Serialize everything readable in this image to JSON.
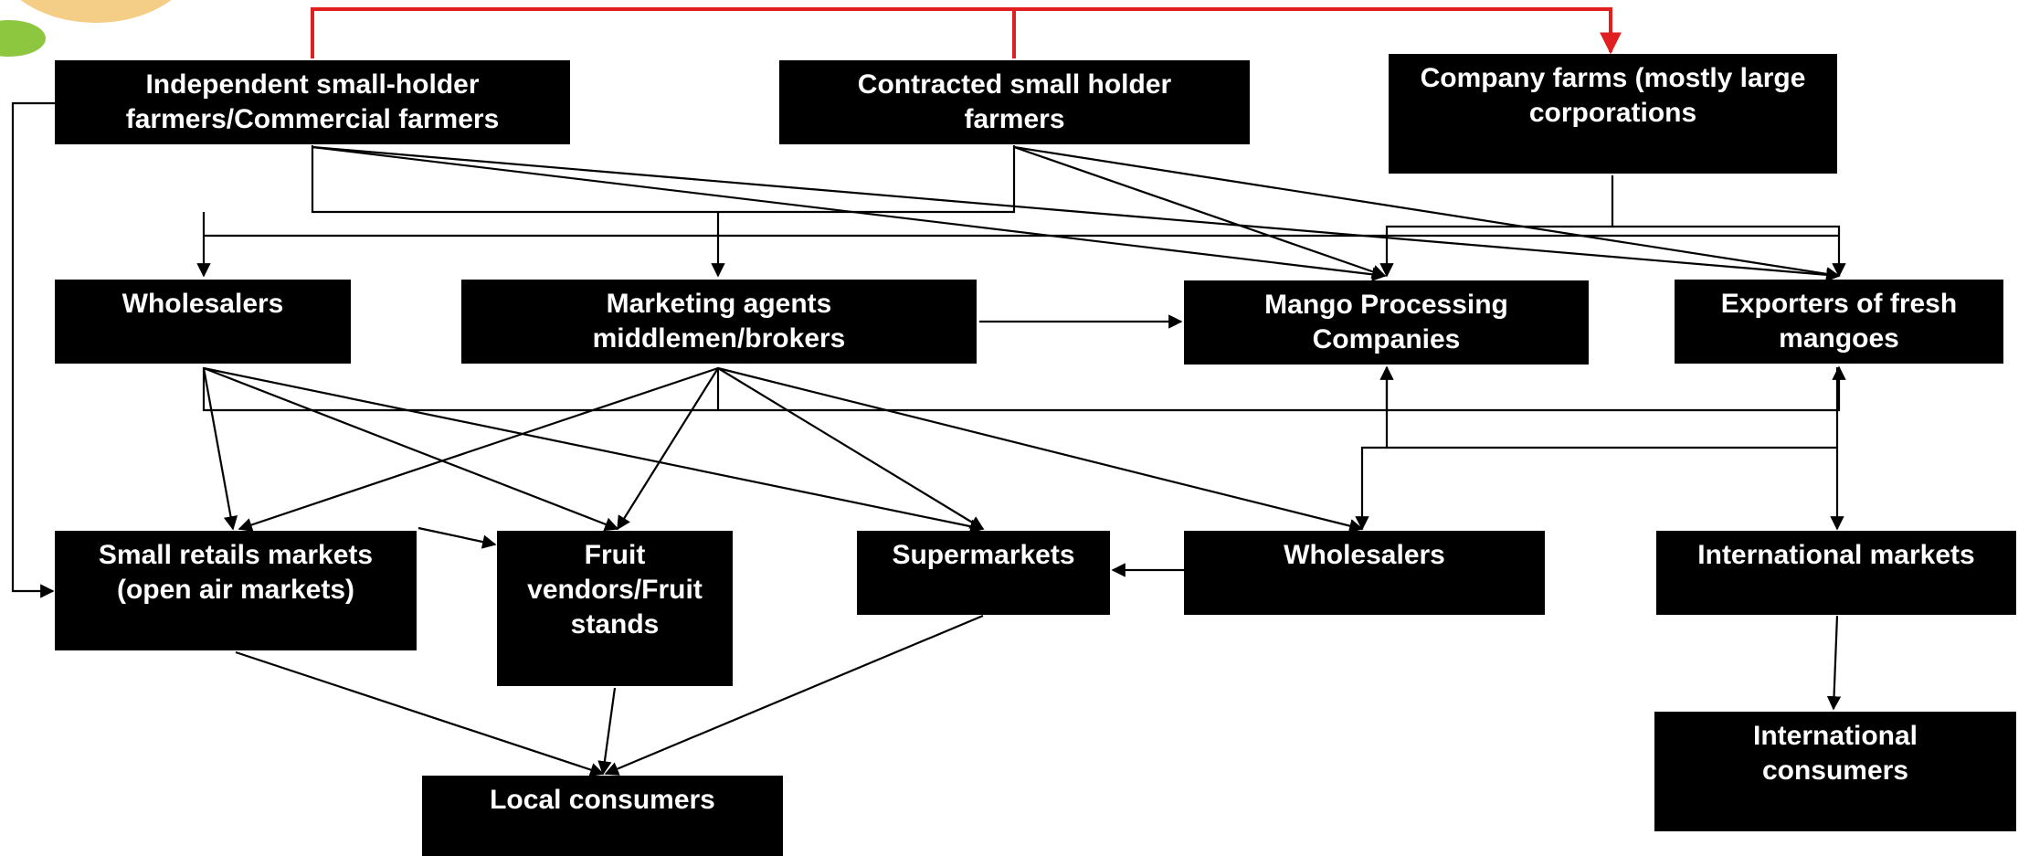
{
  "diagram": {
    "colors": {
      "box_fill": "#000000",
      "box_text": "#ffffff",
      "connector": "#000000",
      "ownership_connector": "#e02020"
    },
    "nodes": {
      "independent_farmers": {
        "line1": "Independent small-holder",
        "line2": "farmers/Commercial farmers"
      },
      "contracted_farmers": {
        "line1": "Contracted small holder",
        "line2": "farmers"
      },
      "company_farms": {
        "line1": "Company farms (mostly large",
        "line2": "corporations"
      },
      "wholesalers_top": {
        "line1": "Wholesalers"
      },
      "marketing_agents": {
        "line1": "Marketing agents",
        "line2": "middlemen/brokers"
      },
      "processing": {
        "line1": "Mango Processing",
        "line2": "Companies"
      },
      "exporters": {
        "line1": "Exporters of fresh",
        "line2": "mangoes"
      },
      "small_retail": {
        "line1": "Small retails markets",
        "line2": "(open air markets)"
      },
      "fruit_vendors": {
        "line1": "Fruit",
        "line2": "vendors/Fruit",
        "line3": "stands"
      },
      "supermarkets": {
        "line1": "Supermarkets"
      },
      "wholesalers_bottom": {
        "line1": "Wholesalers"
      },
      "international_markets": {
        "line1": "International markets"
      },
      "international_consumers": {
        "line1": "International",
        "line2": "consumers"
      },
      "local_consumers": {
        "line1": "Local consumers"
      }
    }
  }
}
